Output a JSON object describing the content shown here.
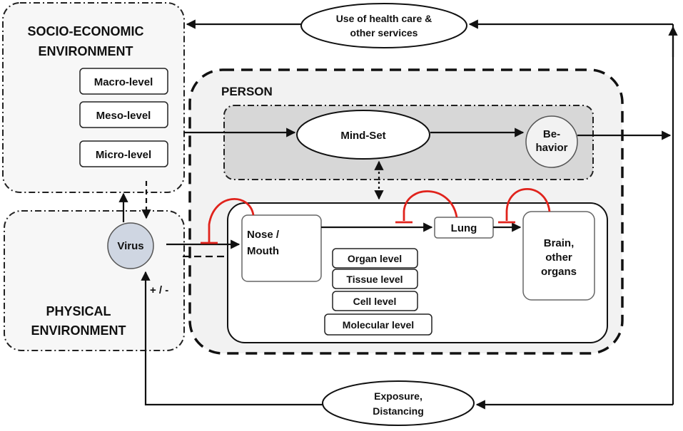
{
  "socio": {
    "title_line1": "SOCIO-ECONOMIC",
    "title_line2": "ENVIRONMENT",
    "levels": [
      "Macro-level",
      "Meso-level",
      "Micro-level"
    ]
  },
  "physical": {
    "title_line1": "PHYSICAL",
    "title_line2": "ENVIRONMENT",
    "virus": "Virus",
    "plus_minus": "+ / -"
  },
  "person": {
    "title": "PERSON",
    "mindset": "Mind-Set",
    "behavior_line1": "Be-",
    "behavior_line2": "havior"
  },
  "body": {
    "nose_line1": "Nose  /",
    "nose_line2": "Mouth",
    "lung": "Lung",
    "brain_line1": "Brain,",
    "brain_line2": "other",
    "brain_line3": "organs",
    "levels": [
      "Organ level",
      "Tissue level",
      "Cell level",
      "Molecular level"
    ]
  },
  "healthcare": {
    "line1": "Use of health care &",
    "line2": "other services"
  },
  "exposure": {
    "line1": "Exposure,",
    "line2": "Distancing"
  },
  "colors": {
    "inhibition": "#e0231c",
    "person_fill": "#f2f2f2",
    "mindset_band": "#d7d7d7",
    "virus_fill": "#cfd6e2"
  }
}
